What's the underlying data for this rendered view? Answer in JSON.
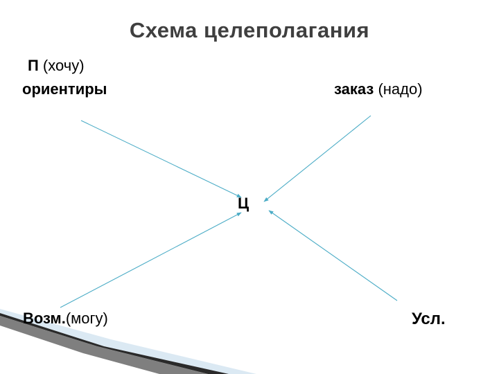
{
  "slide": {
    "title": "Схема целеполагания",
    "labels": {
      "p_bold": "П",
      "p_rest": " (хочу)",
      "orientiry": "ориентиры",
      "zakaz_bold": "заказ",
      "zakaz_rest": " (надо)",
      "center": "Ц",
      "vozm_bold": "Возм.",
      "vozm_rest": "(могу)",
      "usl": "Усл."
    }
  },
  "colors": {
    "title": "#3f3f3f",
    "arrow": "#4bacc6"
  }
}
